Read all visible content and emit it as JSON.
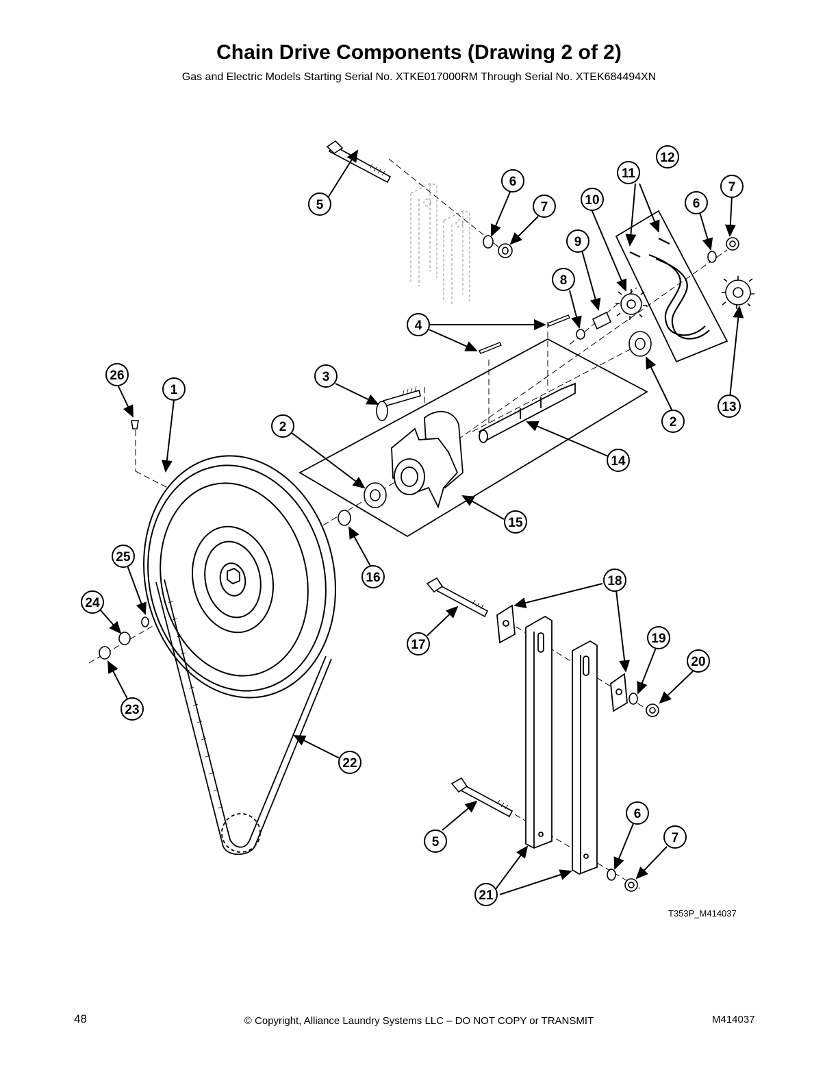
{
  "header": {
    "title": "Chain Drive Components (Drawing 2 of 2)",
    "subtitle": "Gas and Electric Models Starting Serial No. XTKE017000RM Through Serial No. XTEK684494XN"
  },
  "diagram": {
    "drawing_code": "T353P_M414037",
    "callouts": [
      "1",
      "2",
      "2",
      "3",
      "4",
      "5",
      "5",
      "6",
      "6",
      "6",
      "7",
      "7",
      "7",
      "8",
      "9",
      "10",
      "11",
      "12",
      "13",
      "14",
      "15",
      "16",
      "17",
      "18",
      "19",
      "20",
      "21",
      "22",
      "23",
      "24",
      "25",
      "26"
    ]
  },
  "footer": {
    "page_number": "48",
    "copyright": "© Copyright, Alliance Laundry Systems LLC – DO NOT COPY or TRANSMIT",
    "doc_number": "M414037"
  }
}
